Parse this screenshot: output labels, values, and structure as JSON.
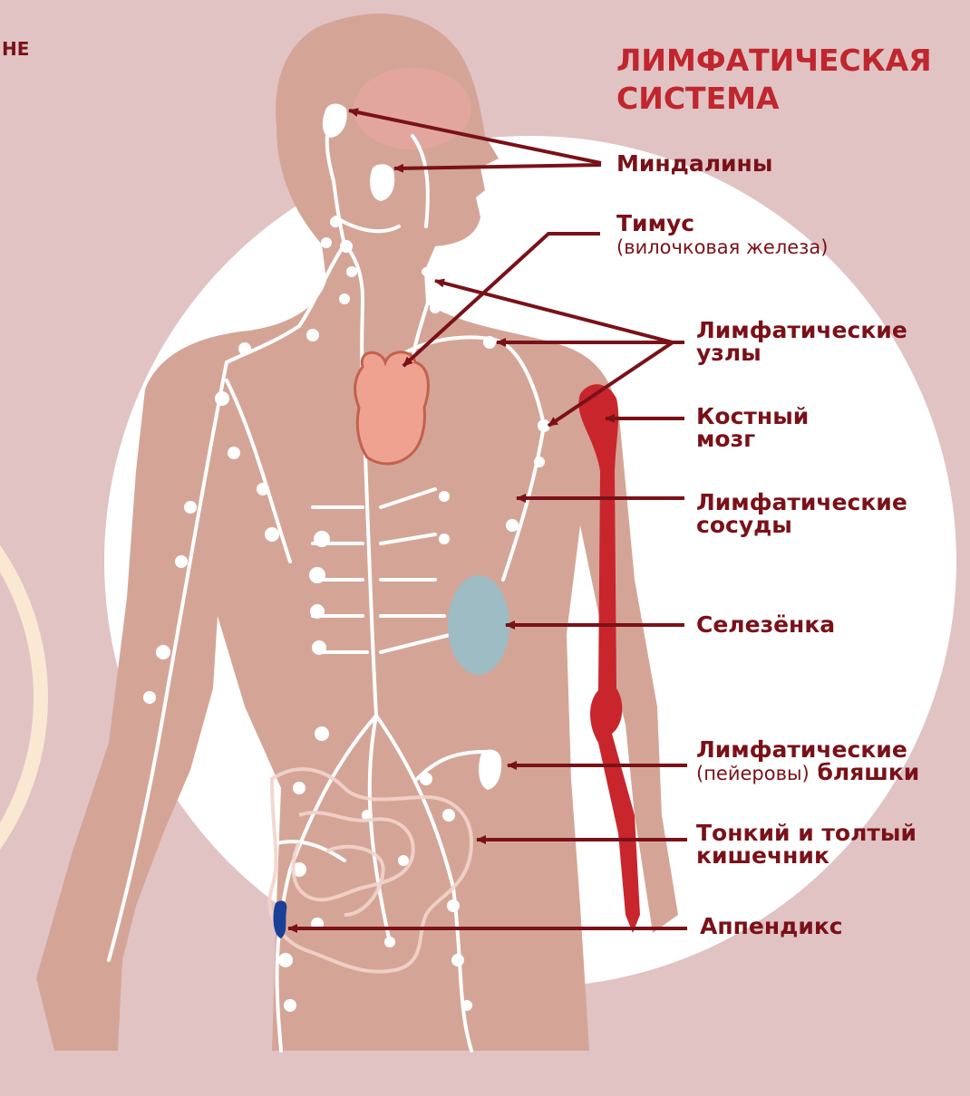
{
  "title": {
    "line1": "ЛИМФАТИЧЕСКАЯ",
    "line2": "СИСТЕМА"
  },
  "partial_word": "НЕ",
  "labels": {
    "tonsils": "Миндалины",
    "thymus": "Тимус",
    "thymus_note": "(вилочковая железа)",
    "lymph_nodes_1": "Лимфатические",
    "lymph_nodes_2": "узлы",
    "bone_marrow_1": "Костный",
    "bone_marrow_2": "мозг",
    "lymph_vessels_1": "Лимфатические",
    "lymph_vessels_2": "сосуды",
    "spleen": "Селезёнка",
    "peyer_1": "Лимфатические",
    "peyer_2a": "(пейеровы)",
    "peyer_2b": "бляшки",
    "intestine_1": "Тонкий и толтый",
    "intestine_2": "кишечник",
    "appendix": "Аппендикс"
  },
  "colors": {
    "background": "#e1c3c4",
    "circle": "#ffffff",
    "body": "#d4a597",
    "label_text": "#7a1118",
    "title_text": "#c0262e",
    "arrow": "#7a1118",
    "bone": "#c8262c",
    "spleen": "#9dbcc3",
    "thymus": "#f0a291",
    "appendix": "#1b3f97",
    "lymph": "#ffffff"
  }
}
